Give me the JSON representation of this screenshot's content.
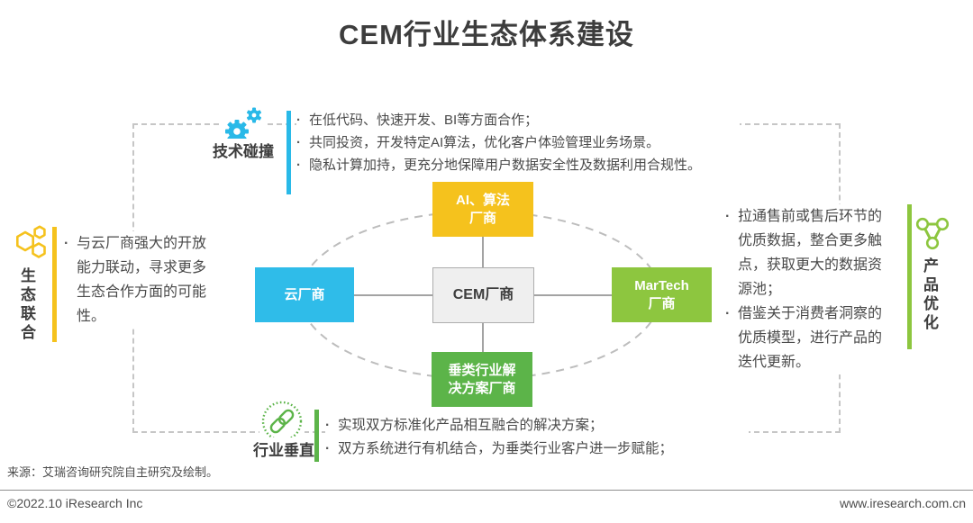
{
  "title": "CEM行业生态体系建设",
  "colors": {
    "cyan": "#29B9E8",
    "yellow": "#F5C21D",
    "green_light": "#8DC63F",
    "green_dark": "#5CB449",
    "text_dark": "#3D3D3D",
    "text_body": "#4A4A4A"
  },
  "diagram": {
    "center_label": "CEM厂商",
    "top_node": {
      "line1": "AI、算法",
      "line2": "厂商",
      "color": "#F5C21D"
    },
    "left_node": {
      "line1": "云厂商",
      "line2": "",
      "color": "#2FBCE9"
    },
    "right_node": {
      "line1": "MarTech",
      "line2": "厂商",
      "color": "#8DC63F"
    },
    "bottom_node": {
      "line1": "垂类行业解",
      "line2": "决方案厂商",
      "color": "#5CB449"
    }
  },
  "sections": {
    "tech": {
      "label": "技术碰撞",
      "icon": "gears-icon",
      "accent": "#29B9E8",
      "bullets": [
        "在低代码、快速开发、BI等方面合作；",
        "共同投资，开发特定AI算法，优化客户体验管理业务场景。",
        "隐私计算加持，更充分地保障用户数据安全性及数据利用合规性。"
      ]
    },
    "eco": {
      "label": "生态联合",
      "icon": "hexagon-molecule-icon",
      "accent": "#F5C21D",
      "bullets": [
        "与云厂商强大的开放能力联动，寻求更多生态合作方面的可能性。"
      ]
    },
    "product": {
      "label": "产品优化",
      "icon": "triangle-molecule-icon",
      "accent": "#8DC63F",
      "bullets": [
        "拉通售前或售后环节的优质数据，整合更多触点，获取更大的数据资源池；",
        "借鉴关于消费者洞察的优质模型，进行产品的迭代更新。"
      ]
    },
    "vertical": {
      "label": "行业垂直",
      "icon": "chain-link-icon",
      "accent": "#5CB449",
      "bullets": [
        "实现双方标准化产品相互融合的解决方案；",
        "双方系统进行有机结合，为垂类行业客户进一步赋能；"
      ]
    }
  },
  "footer": {
    "source": "来源：艾瑞咨询研究院自主研究及绘制。",
    "copyright": "©2022.10 iResearch Inc",
    "website": "www.iresearch.com.cn"
  }
}
